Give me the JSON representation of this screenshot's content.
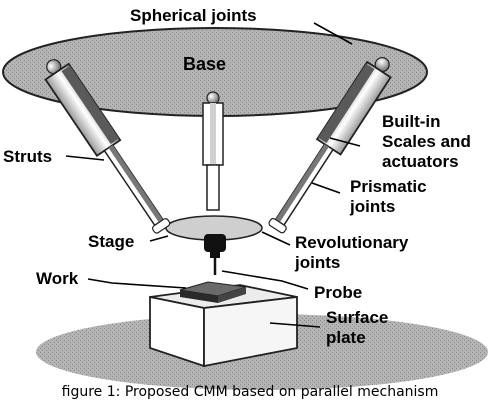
{
  "diagram": {
    "labels": {
      "spherical_joints": "Spherical joints",
      "base": "Base",
      "struts": "Struts",
      "builtin_line1": "Built-in",
      "builtin_line2": "Scales and",
      "builtin_line3": "actuators",
      "prismatic_line1": "Prismatic",
      "prismatic_line2": "joints",
      "stage": "Stage",
      "revolutionary_line1": "Revolutionary",
      "revolutionary_line2": "joints",
      "work": "Work",
      "probe": "Probe",
      "surface_line1": "Surface",
      "surface_line2": "plate"
    },
    "caption": "figure 1: Proposed CMM based on parallel mechanism"
  }
}
